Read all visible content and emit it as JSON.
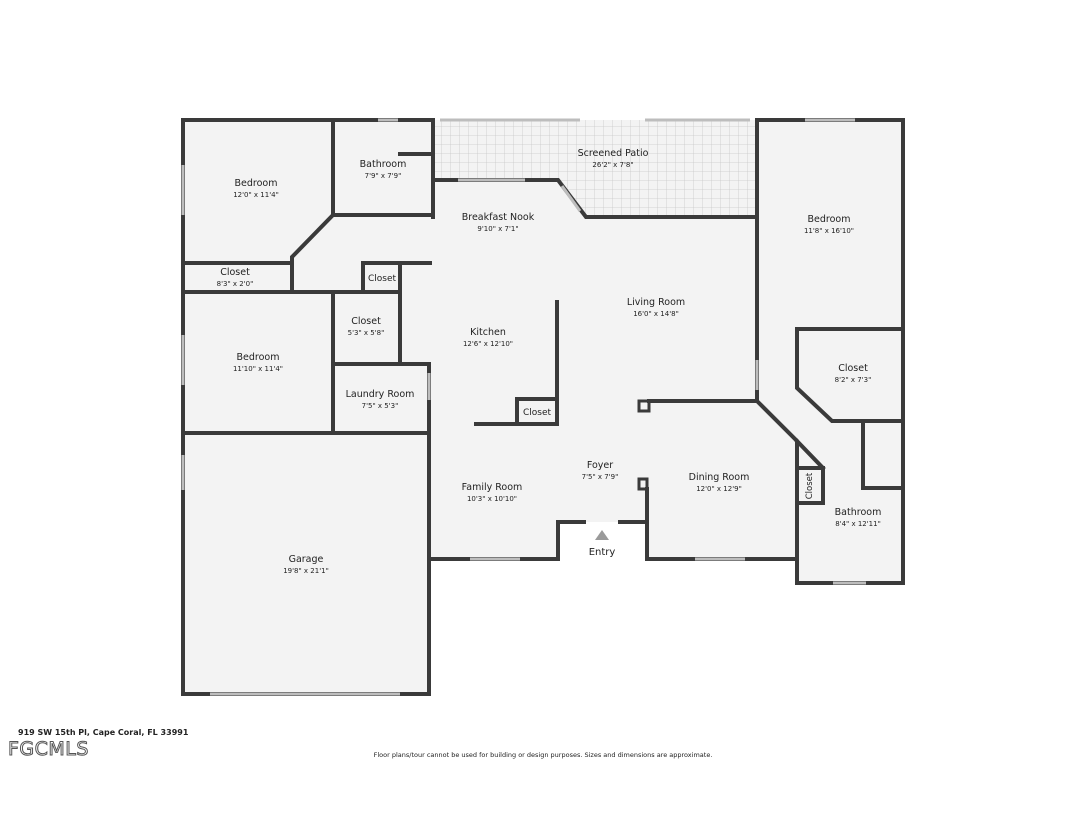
{
  "rooms": {
    "bedroom_nw": {
      "name": "Bedroom",
      "dim": "12'0\" x 11'4\""
    },
    "bathroom_n": {
      "name": "Bathroom",
      "dim": "7'9\" x 7'9\""
    },
    "screened_patio": {
      "name": "Screened Patio",
      "dim": "26'2\" x 7'8\""
    },
    "bedroom_ne": {
      "name": "Bedroom",
      "dim": "11'8\" x 16'10\""
    },
    "breakfast_nook": {
      "name": "Breakfast Nook",
      "dim": "9'10\" x 7'1\""
    },
    "closet_w": {
      "name": "Closet",
      "dim": "8'3\" x 2'0\""
    },
    "closet_small": {
      "name": "Closet"
    },
    "living_room": {
      "name": "Living Room",
      "dim": "16'0\" x 14'8\""
    },
    "closet_mid": {
      "name": "Closet",
      "dim": "5'3\" x 5'8\""
    },
    "kitchen": {
      "name": "Kitchen",
      "dim": "12'6\" x 12'10\""
    },
    "bedroom_w": {
      "name": "Bedroom",
      "dim": "11'10\" x 11'4\""
    },
    "closet_e": {
      "name": "Closet",
      "dim": "8'2\" x 7'3\""
    },
    "laundry_room": {
      "name": "Laundry Room",
      "dim": "7'5\" x 5'3\""
    },
    "closet_kitchen": {
      "name": "Closet"
    },
    "foyer": {
      "name": "Foyer",
      "dim": "7'5\" x 7'9\""
    },
    "dining_room": {
      "name": "Dining Room",
      "dim": "12'0\" x 12'9\""
    },
    "family_room": {
      "name": "Family Room",
      "dim": "10'3\" x 10'10\""
    },
    "closet_bath": {
      "name": "Closet"
    },
    "bathroom_e": {
      "name": "Bathroom",
      "dim": "8'4\" x 12'11\""
    },
    "garage": {
      "name": "Garage",
      "dim": "19'8\" x 21'1\""
    }
  },
  "entry_label": "Entry",
  "address": "919 SW 15th Pl, Cape Coral, FL 33991",
  "logo": "FGCMLS",
  "disclaimer": "Floor plans/tour cannot be used for building or design purposes. Sizes and dimensions are approximate.",
  "colors": {
    "wall": "#3a3a3a",
    "floor": "#f3f3f3",
    "window": "#bdbdbd"
  }
}
